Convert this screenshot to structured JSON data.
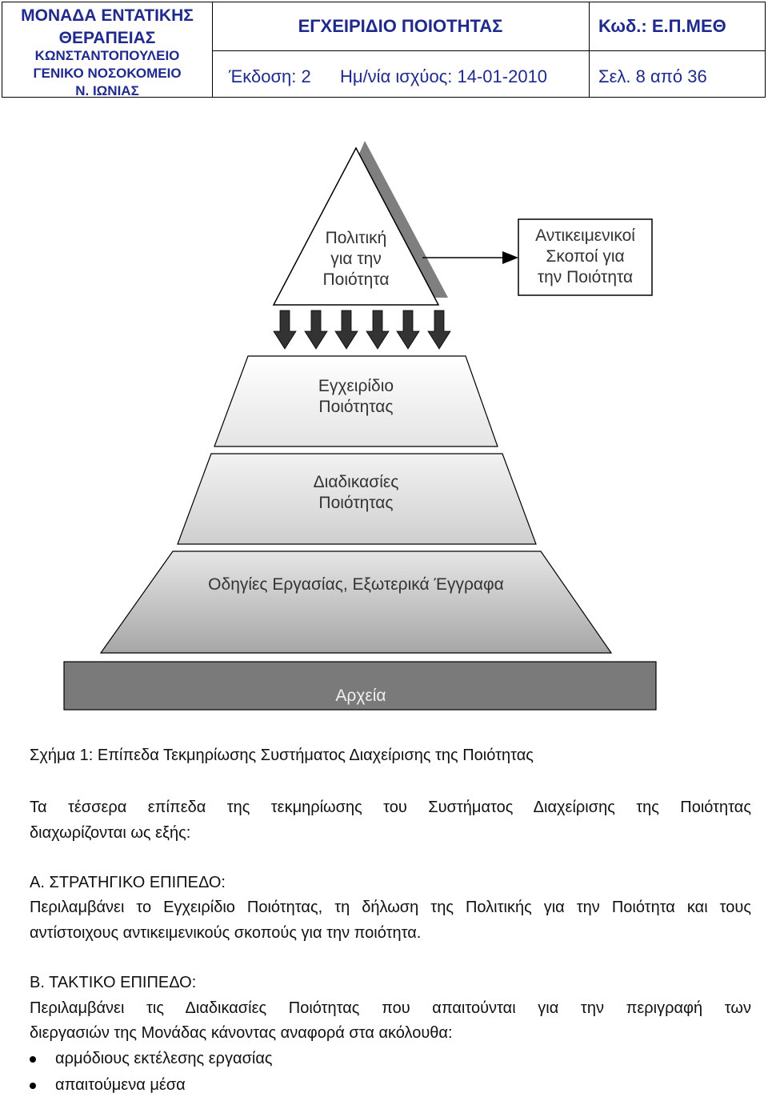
{
  "header": {
    "unit_line1": "ΜΟΝΑΔΑ ΕΝΤΑΤΙΚΗΣ",
    "unit_line2": "ΘΕΡΑΠΕΙΑΣ",
    "unit_line3": "ΚΩΝΣΤΑΝΤΟΠΟΥΛΕΙΟ",
    "unit_line4": "ΓΕΝΙΚΟ ΝΟΣΟΚΟΜΕΙΟ",
    "unit_line5": "Ν. ΙΩΝΙΑΣ",
    "doc_title": "ΕΓΧΕΙΡΙΔΙΟ ΠΟΙΟΤΗΤΑΣ",
    "code": "Κωδ.: Ε.Π.ΜΕΘ",
    "edition": "Έκδοση: 2",
    "valid_date": "Ημ/νία ισχύος: 14-01-2010",
    "page": "Σελ.  8  από 36"
  },
  "diagram": {
    "apex_line1": "Πολιτική",
    "apex_line2": "για την",
    "apex_line3": "Ποιότητα",
    "objectives_line1": "Αντικειμενικοί",
    "objectives_line2": "Σκοποί για",
    "objectives_line3": "την Ποιότητα",
    "level2_line1": "Εγχειρίδιο",
    "level2_line2": "Ποιότητας",
    "level3_line1": "Διαδικασίες",
    "level3_line2": "Ποιότητας",
    "level4": "Οδηγίες Εργασίας, Εξωτερικά Έγγραφα",
    "base": "Αρχεία"
  },
  "caption": "Σχήμα 1: Επίπεδα Τεκμηρίωσης Συστήματος Διαχείρισης της Ποιότητας",
  "intro_line1": "Τα τέσσερα επίπεδα της τεκμηρίωσης του Συστήματος Διαχείρισης της Ποιότητας",
  "intro_line2": "διαχωρίζονται ως εξής:",
  "section_a": {
    "heading": "Α. ΣΤΡΑΤΗΓΙΚΟ ΕΠΙΠΕΔΟ:",
    "line1": "Περιλαμβάνει το Εγχειρίδιο Ποιότητας, τη δήλωση της Πολιτικής για την Ποιότητα και τους",
    "line2": "αντίστοιχους αντικειμενικούς σκοπούς για την ποιότητα."
  },
  "section_b": {
    "heading": "Β. ΤΑΚΤΙΚΟ ΕΠΙΠΕΔΟ:",
    "line1": "Περιλαμβάνει τις Διαδικασίες Ποιότητας που απαιτούνται για την περιγραφή των",
    "line2": "διεργασιών της Μονάδας κάνοντας αναφορά στα ακόλουθα:",
    "bullets": [
      "αρμόδιους εκτέλεσης εργασίας",
      "απαιτούμενα μέσα"
    ]
  }
}
